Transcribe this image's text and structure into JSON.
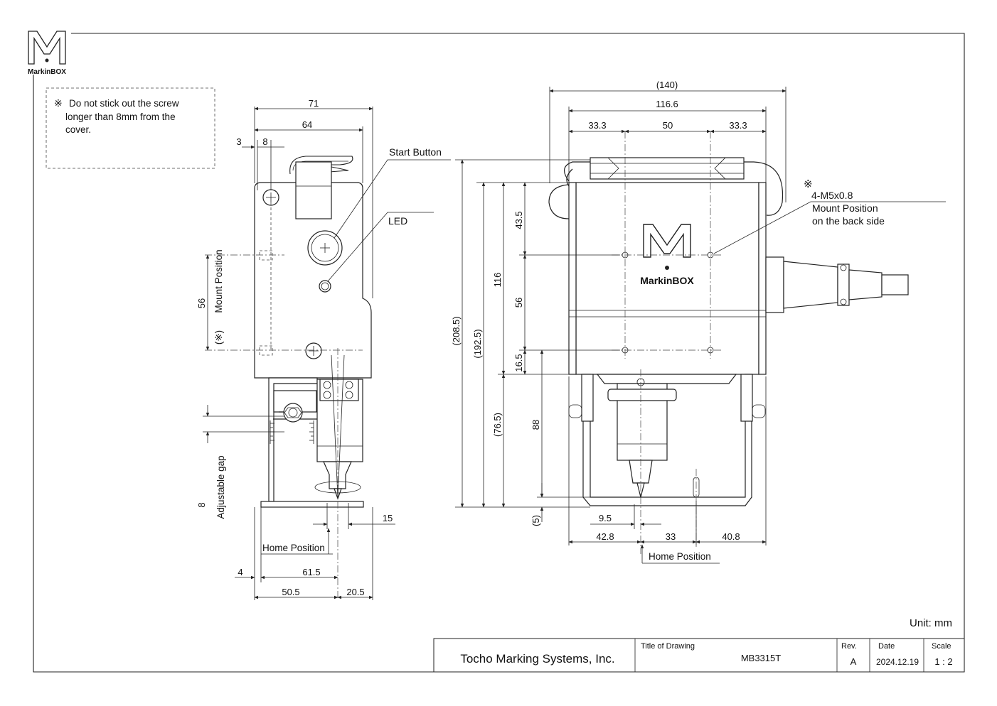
{
  "logo": {
    "text": "MarkinBOX"
  },
  "note": {
    "symbol": "※",
    "text_lines": [
      "Do not stick out the screw",
      "longer than 8mm from the",
      "cover."
    ]
  },
  "side_view": {
    "labels": {
      "start_button": "Start Button",
      "led": "LED",
      "mount_position": "Mount Position",
      "mount_mark": "(※)",
      "adjustable_gap": "Adjustable gap",
      "home_position": "Home Position"
    },
    "dims": {
      "width_71": "71",
      "width_64": "64",
      "offset_3": "3",
      "offset_8": "8",
      "mount_56": "56",
      "gap_8": "8",
      "d15": "15",
      "d4": "4",
      "d61_5": "61.5",
      "d50_5": "50.5",
      "d20_5": "20.5"
    }
  },
  "front_view": {
    "labels": {
      "mount_symbol": "※",
      "mount_spec": "4-M5x0.8",
      "mount_line2": "Mount Position",
      "mount_line3": "on the back side",
      "home_position": "Home Position",
      "logo_text": "MarkinBOX"
    },
    "dims": {
      "d140": "(140)",
      "d116_6": "116.6",
      "d33_3a": "33.3",
      "d50": "50",
      "d33_3b": "33.3",
      "d208_5": "(208.5)",
      "d192_5": "(192.5)",
      "d116": "116",
      "d43_5": "43.5",
      "d56": "56",
      "d16_5": "16.5",
      "d76_5": "(76.5)",
      "d88": "88",
      "d5": "(5)",
      "d9_5": "9.5",
      "d42_8": "42.8",
      "d33": "33",
      "d40_8": "40.8"
    }
  },
  "unit_label": "Unit: mm",
  "title_block": {
    "company": "Tocho Marking Systems, Inc.",
    "title_label": "Title of Drawing",
    "title_value": "MB3315T",
    "rev_label": "Rev.",
    "rev_value": "A",
    "date_label": "Date",
    "date_value": "2024.12.19",
    "scale_label": "Scale",
    "scale_value": "1 : 2"
  }
}
